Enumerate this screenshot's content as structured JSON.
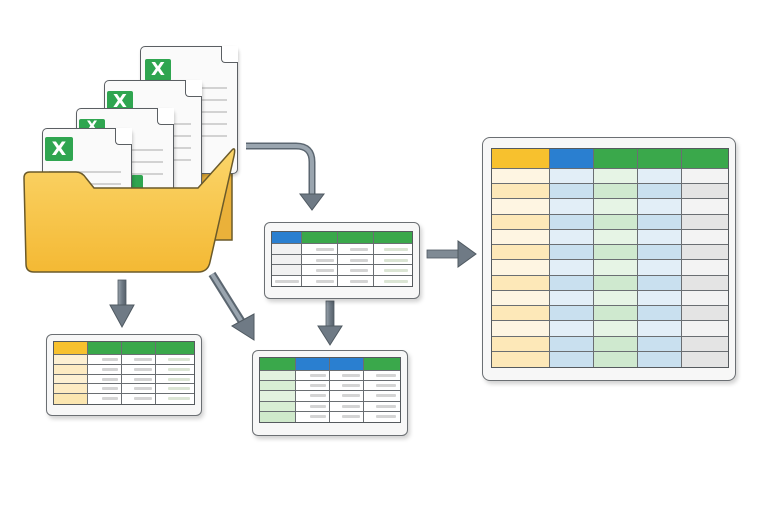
{
  "diagram": {
    "description": "Multiple Excel files in a folder are split into tables, then consolidated into a single master table",
    "colors": {
      "excel_green": "#2fa550",
      "header_green": "#3aa84b",
      "header_blue": "#2a7fd0",
      "header_yellow": "#f7c12e",
      "folder_yellow": "#f9cc55",
      "arrow_gray": "#6f7a85",
      "border": "#5b5f63"
    },
    "source": {
      "folder_icon": "folder-icon",
      "files": [
        {
          "icon": "excel-file-icon",
          "badge": "X"
        },
        {
          "icon": "excel-file-icon",
          "badge": "X"
        },
        {
          "icon": "excel-file-icon",
          "badge": "X"
        },
        {
          "icon": "excel-file-icon",
          "badge": "X"
        }
      ]
    },
    "intermediate_tables": [
      {
        "id": "table-a",
        "header_colors": [
          "#2a7fd0",
          "#3aa84b",
          "#3aa84b",
          "#3aa84b"
        ],
        "rows": 4
      },
      {
        "id": "table-b",
        "header_colors": [
          "#f7c12e",
          "#3aa84b",
          "#3aa84b",
          "#3aa84b"
        ],
        "rows": 5
      },
      {
        "id": "table-c",
        "header_colors": [
          "#3aa84b",
          "#2a7fd0",
          "#2a7fd0",
          "#3aa84b"
        ],
        "rows": 5
      }
    ],
    "master_table": {
      "header_colors": [
        "#f7c12e",
        "#2a7fd0",
        "#3aa84b",
        "#3aa84b",
        "#3aa84b"
      ],
      "column_tints": [
        "#fde8b8",
        "#c9e0ef",
        "#cfe9cf",
        "#c9e0ef",
        "#e4e4e4"
      ],
      "rows": 13
    },
    "arrows": [
      {
        "from": "folder",
        "to": "table-a",
        "shape": "elbow"
      },
      {
        "from": "folder",
        "to": "table-b",
        "shape": "down"
      },
      {
        "from": "folder",
        "to": "table-c",
        "shape": "diagonal"
      },
      {
        "from": "table-a",
        "to": "table-c",
        "shape": "down"
      },
      {
        "from": "table-a",
        "to": "master-table",
        "shape": "right"
      }
    ]
  }
}
